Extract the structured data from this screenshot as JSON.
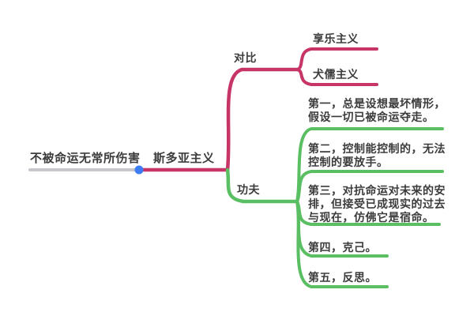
{
  "colors": {
    "canvas-bg": "#ffffff",
    "branch-pink": "#c73568",
    "branch-green": "#5abf63",
    "root-gray": "#c6c6cc",
    "dot-blue": "#3d7bf4",
    "text": "#3c3c3c"
  },
  "mindmap": {
    "root": {
      "label": "不被命运无常所伤害"
    },
    "main_topic": {
      "label": "斯多亚主义"
    },
    "branches": [
      {
        "label": "对比",
        "children": [
          {
            "label": "享乐主义"
          },
          {
            "label": "犬儒主义"
          }
        ]
      },
      {
        "label": "功夫",
        "children": [
          {
            "label": "第一，总是设想最坏情形，\n假设一切已被命运夺走。"
          },
          {
            "label": "第二，控制能控制的，无法\n控制的要放手。"
          },
          {
            "label": "第三，对抗命运对未来的安\n排，但接受已成现实的过去\n与现在，仿佛它是宿命。"
          },
          {
            "label": "第四，克己。"
          },
          {
            "label": "第五，反思。"
          }
        ]
      }
    ]
  }
}
